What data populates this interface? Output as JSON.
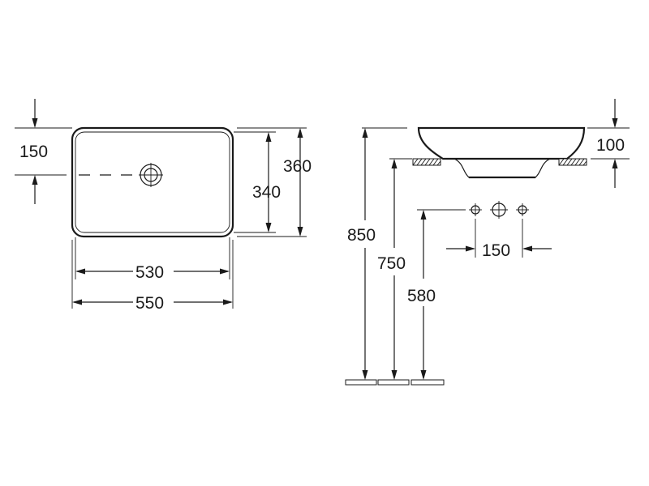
{
  "dimensions": {
    "top_offset": "150",
    "inner_depth": "340",
    "outer_depth": "360",
    "inner_width": "530",
    "outer_width": "550",
    "bowl_height": "100",
    "total_height": "850",
    "counter_height": "750",
    "tap_height": "580",
    "tap_spacing": "150"
  },
  "icons": {
    "drain": "drain-outlet-icon",
    "tap_holes": "tap-hole-icon"
  }
}
